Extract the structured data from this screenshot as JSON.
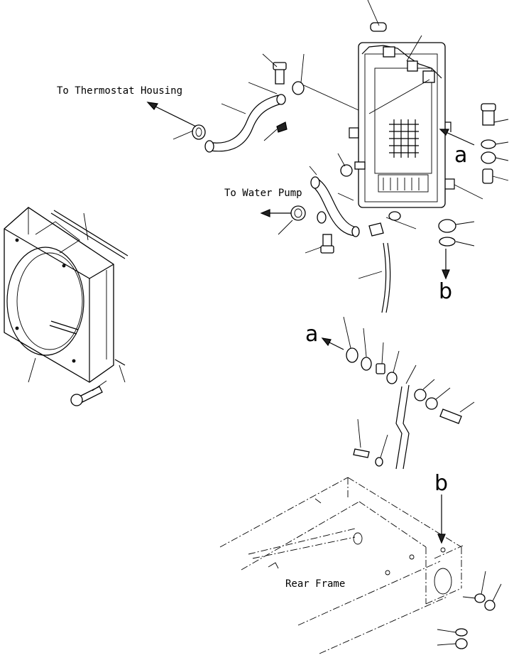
{
  "labels": {
    "thermostat": "To Thermostat Housing",
    "water_pump": "To Water Pump",
    "rear_frame": "Rear Frame"
  },
  "refs": {
    "a_upper": "a",
    "a_lower": "a",
    "b_upper": "b",
    "b_lower": "b"
  }
}
